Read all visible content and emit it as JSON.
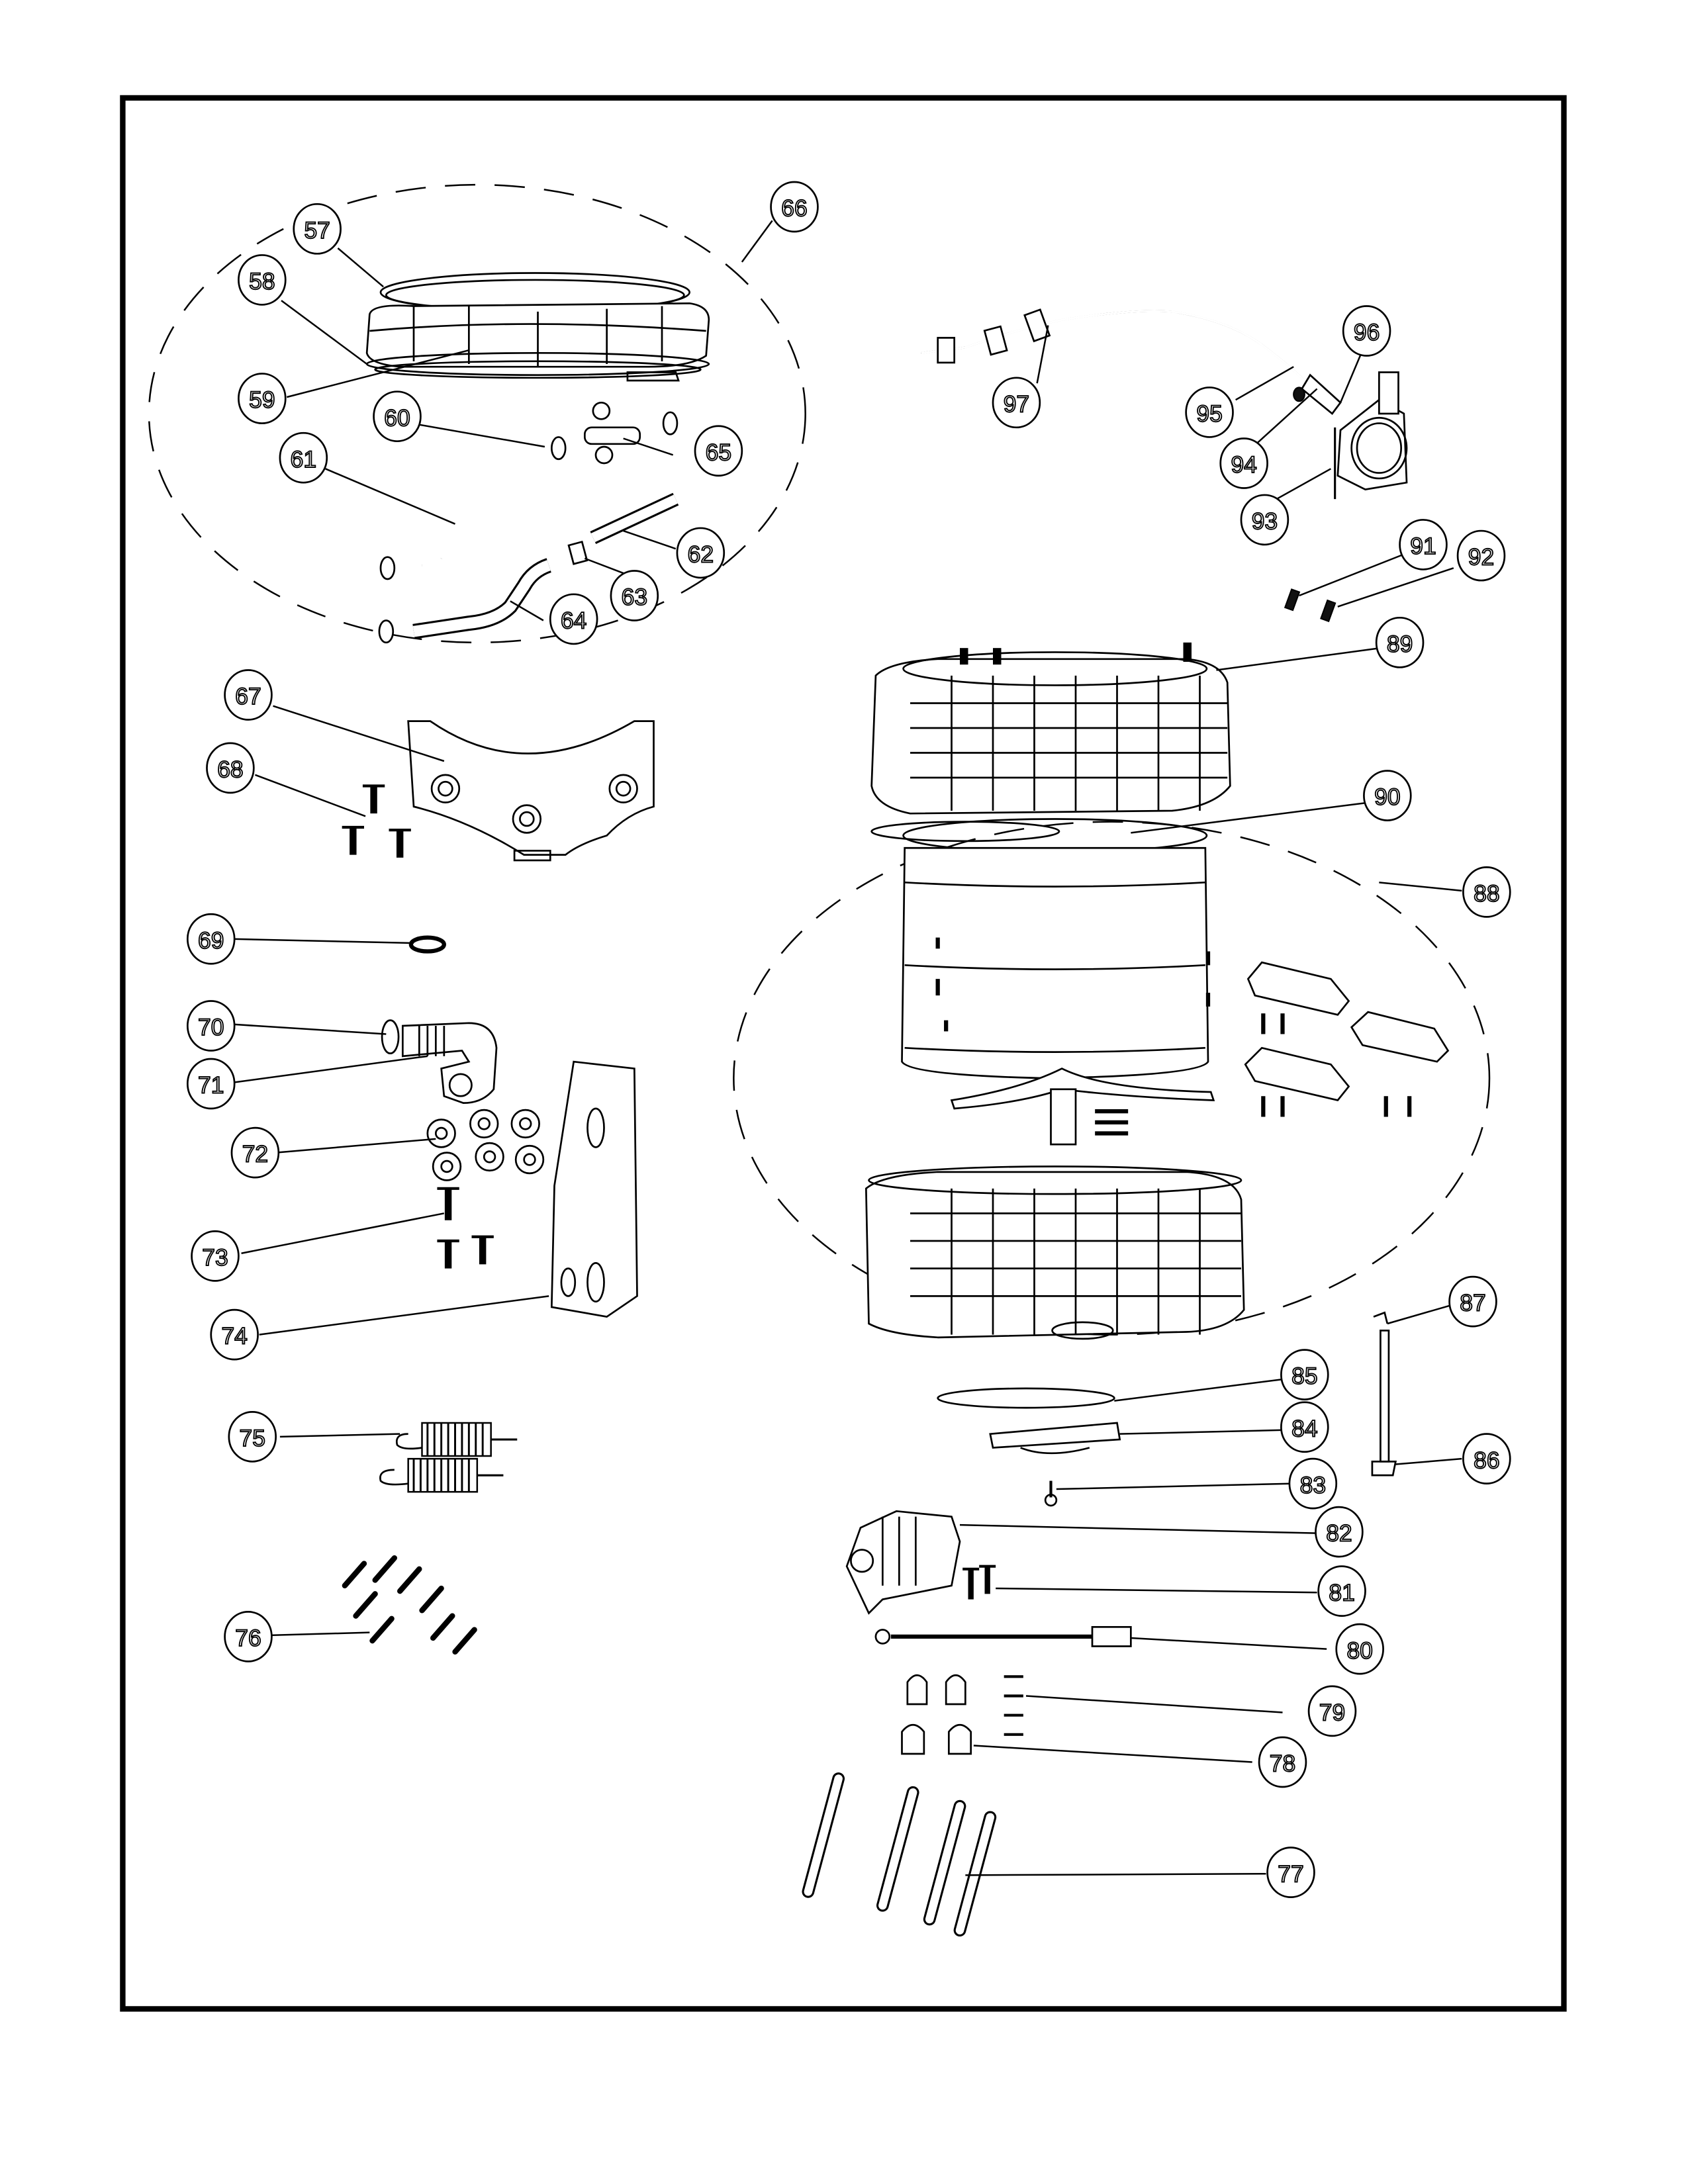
{
  "diagram": {
    "type": "exploded-parts-diagram",
    "assemblies": [
      {
        "callout": "66",
        "description": "dashed ellipse group (upper left: door seal, hoses)",
        "members": [
          "57",
          "58",
          "59",
          "60",
          "61",
          "62",
          "63",
          "64",
          "65"
        ]
      },
      {
        "callout": "88",
        "description": "dashed ellipse group (tub and drum assembly)",
        "members": [
          "89",
          "90"
        ]
      }
    ],
    "callouts": [
      {
        "id": "57"
      },
      {
        "id": "58"
      },
      {
        "id": "59"
      },
      {
        "id": "60"
      },
      {
        "id": "61"
      },
      {
        "id": "62"
      },
      {
        "id": "63"
      },
      {
        "id": "64"
      },
      {
        "id": "65"
      },
      {
        "id": "66"
      },
      {
        "id": "67"
      },
      {
        "id": "68"
      },
      {
        "id": "69"
      },
      {
        "id": "70"
      },
      {
        "id": "71"
      },
      {
        "id": "72"
      },
      {
        "id": "73"
      },
      {
        "id": "74"
      },
      {
        "id": "75"
      },
      {
        "id": "76"
      },
      {
        "id": "77"
      },
      {
        "id": "78"
      },
      {
        "id": "79"
      },
      {
        "id": "80"
      },
      {
        "id": "81"
      },
      {
        "id": "82"
      },
      {
        "id": "83"
      },
      {
        "id": "84"
      },
      {
        "id": "85"
      },
      {
        "id": "86"
      },
      {
        "id": "87"
      },
      {
        "id": "88"
      },
      {
        "id": "89"
      },
      {
        "id": "90"
      },
      {
        "id": "91"
      },
      {
        "id": "92"
      },
      {
        "id": "93"
      },
      {
        "id": "94"
      },
      {
        "id": "95"
      },
      {
        "id": "96"
      },
      {
        "id": "97"
      }
    ]
  }
}
